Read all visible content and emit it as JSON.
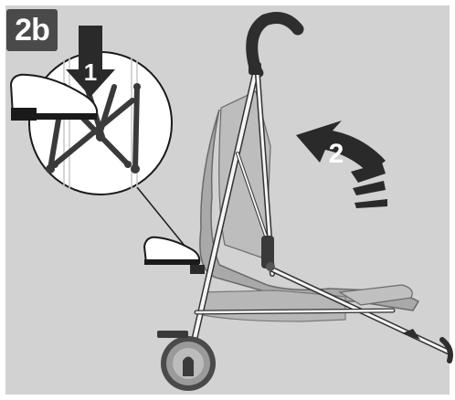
{
  "step_label": "2b",
  "callouts": {
    "press_step": "1",
    "rotate_step": "2"
  },
  "icons": [
    "press-down-arrow-icon",
    "rotate-arrow-icon",
    "shoe-icon"
  ],
  "colors": {
    "background": "#d2d2d2",
    "badge": "#4a4a4a",
    "frame_dark": "#3a3a3a",
    "fabric": "#a9a9a9",
    "zoom_circle": "#ffffff"
  }
}
